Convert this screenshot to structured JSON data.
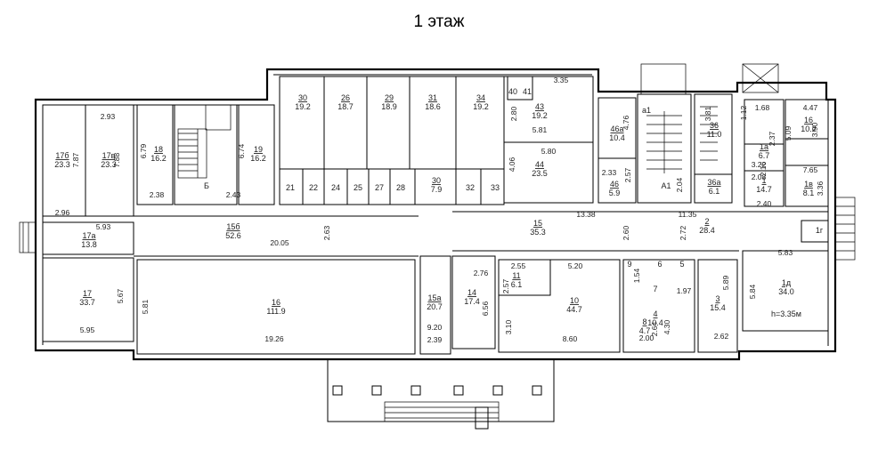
{
  "title": "1 этаж",
  "rooms": [
    {
      "num": "17б",
      "area": "23.3"
    },
    {
      "num": "17в",
      "area": "23.3"
    },
    {
      "num": "18",
      "area": "16.2"
    },
    {
      "num": "19",
      "area": "16.2"
    },
    {
      "num": "30",
      "area": "19.2"
    },
    {
      "num": "26",
      "area": "18.7"
    },
    {
      "num": "29",
      "area": "18.9"
    },
    {
      "num": "31",
      "area": "18.6"
    },
    {
      "num": "34",
      "area": "19.2"
    },
    {
      "num": "43",
      "area": "19.2"
    },
    {
      "num": "44",
      "area": "23.5"
    },
    {
      "num": "46а",
      "area": "10.4"
    },
    {
      "num": "46",
      "area": "5.9"
    },
    {
      "num": "36",
      "area": "11.0"
    },
    {
      "num": "36а",
      "area": "6.1"
    },
    {
      "num": "16",
      "area": "10.2"
    },
    {
      "num": "1а",
      "area": "6.7"
    },
    {
      "num": "1",
      "area": "14.7"
    },
    {
      "num": "1в",
      "area": "8.1"
    },
    {
      "num": "30",
      "area": "7.9"
    },
    {
      "num": "15б",
      "area": "52.6"
    },
    {
      "num": "15",
      "area": "35.3"
    },
    {
      "num": "2",
      "area": "28.4"
    },
    {
      "num": "17а",
      "area": "13.8"
    },
    {
      "num": "17",
      "area": "33.7"
    },
    {
      "num": "16",
      "area": "111.9"
    },
    {
      "num": "15а",
      "area": "20.7"
    },
    {
      "num": "14",
      "area": "17.4"
    },
    {
      "num": "11",
      "area": "6.1"
    },
    {
      "num": "10",
      "area": "44.7"
    },
    {
      "num": "3",
      "area": "15.4"
    },
    {
      "num": "4",
      "area": "10.4"
    },
    {
      "num": "8",
      "area": "4.7"
    },
    {
      "num": "1д",
      "area": "34.0"
    }
  ],
  "small_rooms": [
    "21",
    "22",
    "24",
    "25",
    "27",
    "28",
    "32",
    "33",
    "40",
    "41",
    "9",
    "6",
    "5",
    "7",
    "1г",
    "А1",
    "а1"
  ],
  "letters": [
    "Б"
  ],
  "dims": [
    "2.93",
    "7.87",
    "7.88",
    "6.79",
    "6.74",
    "2.38",
    "2.43",
    "2.96",
    "5.93",
    "5.67",
    "5.95",
    "5.81",
    "19.26",
    "20.05",
    "2.63",
    "9.20",
    "2.39",
    "2.76",
    "6.56",
    "2.55",
    "2.57",
    "3.10",
    "5.20",
    "8.60",
    "13.38",
    "2.60",
    "11.35",
    "2.72",
    "1.54",
    "1.97",
    "2.64",
    "2.00",
    "4.30",
    "5.89",
    "2.62",
    "5.84",
    "5.83",
    "3.35",
    "2.80",
    "5.81",
    "5.80",
    "4.06",
    "4.76",
    "2.33",
    "2.57",
    "2.04",
    "3.81",
    "1.12",
    "1.68",
    "4.47",
    "2.37",
    "5.09",
    "3.22",
    "2.08",
    "2.16",
    "7.65",
    "2.40",
    "3.36",
    "3.90",
    "4.30"
  ],
  "height_note": "h=3.35м"
}
